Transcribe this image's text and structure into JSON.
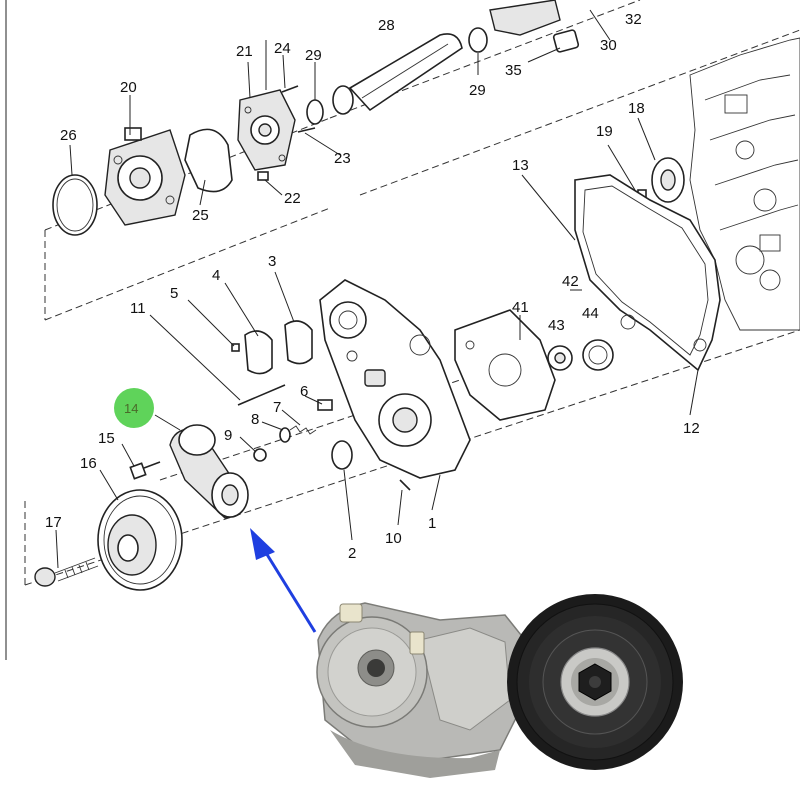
{
  "diagram": {
    "labels": {
      "p1": "1",
      "p2": "2",
      "p3": "3",
      "p4": "4",
      "p5": "5",
      "p6": "6",
      "p7": "7",
      "p8": "8",
      "p9": "9",
      "p10": "10",
      "p11": "11",
      "p12": "12",
      "p13": "13",
      "p15": "15",
      "p16": "16",
      "p17": "17",
      "p18": "18",
      "p19": "19",
      "p20": "20",
      "p21": "21",
      "p22": "22",
      "p23": "23",
      "p24": "24",
      "p25": "25",
      "p26": "26",
      "p28": "28",
      "p29a": "29",
      "p29b": "29",
      "p30": "30",
      "p32": "32",
      "p35": "35",
      "p41": "41",
      "p42": "42",
      "p43": "43",
      "p44": "44"
    },
    "highlight": {
      "label": "14",
      "color": "#5fd35a"
    },
    "arrow_color": "#1f3fe0"
  }
}
